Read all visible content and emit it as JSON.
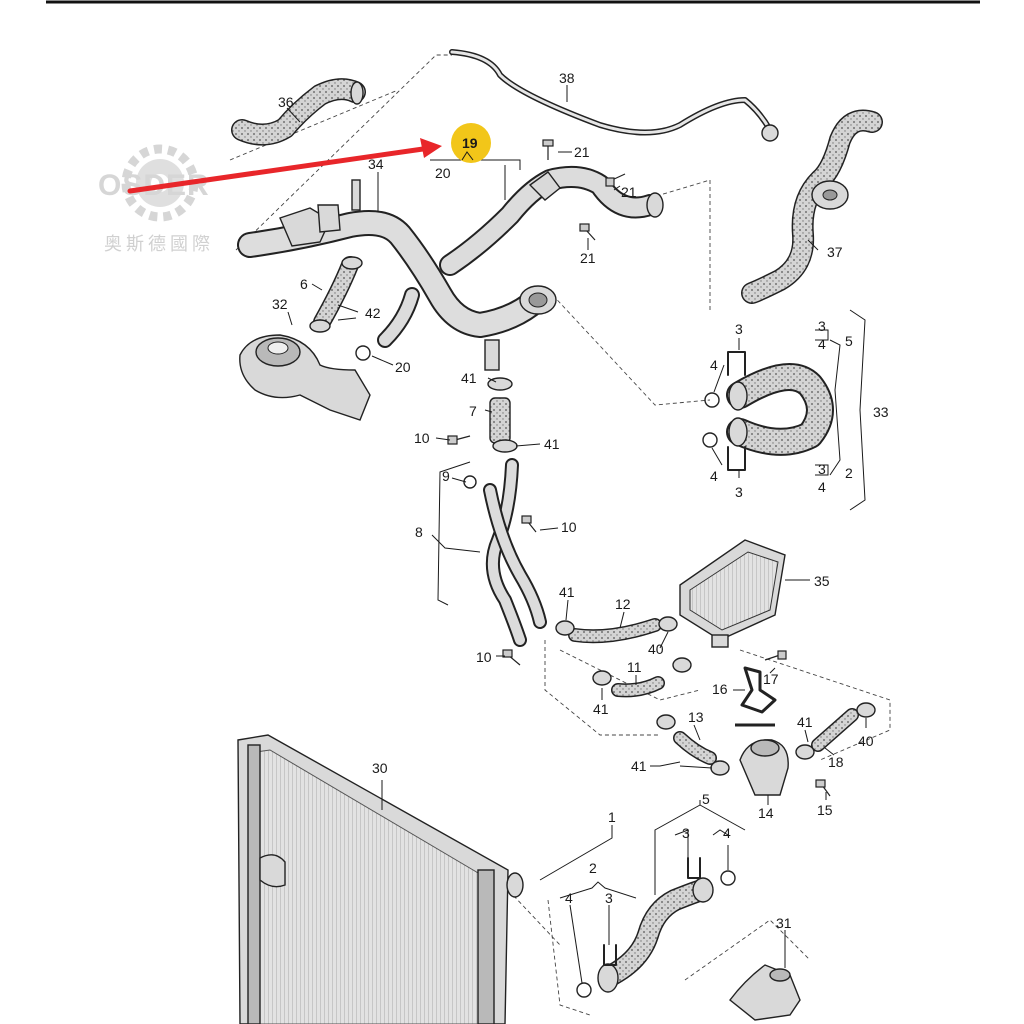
{
  "watermark": {
    "brand": "OSDER",
    "subtitle": "奥斯德國際"
  },
  "highlight": {
    "label": "19",
    "color": "#f2c619",
    "arrow_color": "#e8262a"
  },
  "callouts": {
    "c1": "1",
    "c2a": "2",
    "c2b": "2",
    "c3a": "3",
    "c3b": "3",
    "c3c": "3",
    "c3d": "3",
    "c3e": "3",
    "c3f": "3",
    "c4a": "4",
    "c4b": "4",
    "c4c": "4",
    "c4d": "4",
    "c4e": "4",
    "c4f": "4",
    "c5a": "5",
    "c5b": "5",
    "c6": "6",
    "c7": "7",
    "c8": "8",
    "c9": "9",
    "c10a": "10",
    "c10b": "10",
    "c10c": "10",
    "c11": "11",
    "c12": "12",
    "c13": "13",
    "c14": "14",
    "c15": "15",
    "c16": "16",
    "c17": "17",
    "c18": "18",
    "c20a": "20",
    "c20b": "20",
    "c21a": "21",
    "c21b": "21",
    "c21c": "21",
    "c30": "30",
    "c31": "31",
    "c32": "32",
    "c33": "33",
    "c34": "34",
    "c35": "35",
    "c36": "36",
    "c37": "37",
    "c38": "38",
    "c40a": "40",
    "c40b": "40",
    "c41a": "41",
    "c41b": "41",
    "c41c": "41",
    "c41d": "41",
    "c41e": "41",
    "c41f": "41",
    "c42": "42"
  }
}
